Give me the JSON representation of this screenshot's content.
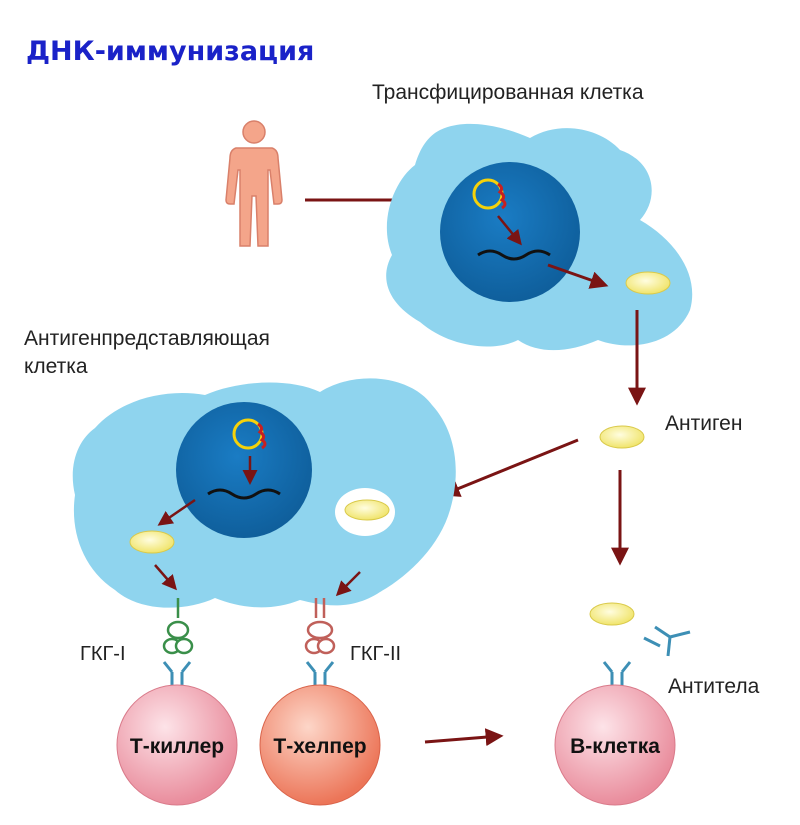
{
  "title": "ДНК-иммунизация",
  "labels": {
    "transfected_cell": "Трансфицированная клетка",
    "apc_line1": "Антигенпредставляющая",
    "apc_line2": "клетка",
    "antigen": "Антиген",
    "antibodies": "Антитела",
    "mhc1": "ГКГ-I",
    "mhc2": "ГКГ-II"
  },
  "cells": {
    "t_killer": "Т-киллер",
    "t_helper": "Т-хелпер",
    "b_cell": "В-клетка"
  },
  "colors": {
    "title": "#1a22c8",
    "cytoplasm": "#8fd4ee",
    "nucleus": "#1672b6",
    "arrow": "#7a1414",
    "antigen": "#f4ee9a",
    "plasmid": "#f5d20a",
    "human": "#f4a58a",
    "t_killer": "#f0a4b0",
    "t_helper": "#f28b73",
    "b_cell": "#f0a4b0",
    "receptor": "#3d8fb5",
    "mhc1": "#3a8f4a",
    "mhc2": "#c0605a"
  },
  "icons": {
    "human": "human-figure-icon",
    "plasmid": "plasmid-icon",
    "mrna": "mrna-icon",
    "antibody": "antibody-icon",
    "receptor": "receptor-icon"
  }
}
